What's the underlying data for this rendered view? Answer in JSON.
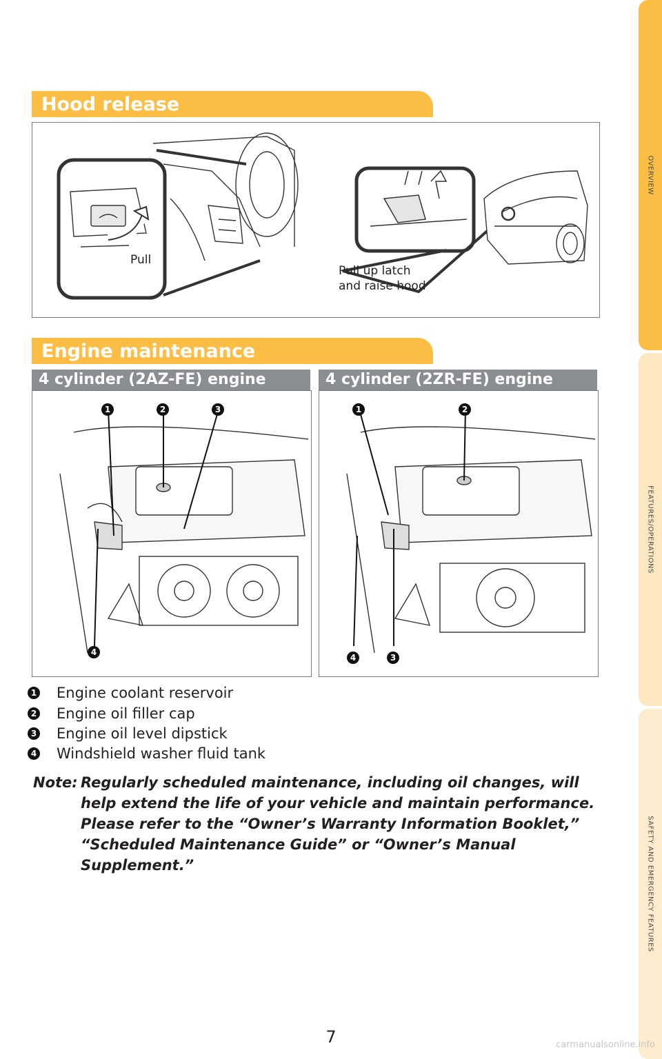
{
  "side_tabs": [
    {
      "label": "OVERVIEW",
      "color": "#fbbd44"
    },
    {
      "label": "FEATURES/OPERATIONS",
      "color": "#fde7c0"
    },
    {
      "label": "SAFETY AND EMERGENCY FEATURES",
      "color": "#fdeccd"
    }
  ],
  "hood_release": {
    "title": "Hood release",
    "labels": {
      "pull": "Pull",
      "latch": "Pull up latch\nand raise hood"
    }
  },
  "engine_maintenance": {
    "title": "Engine maintenance",
    "engines": [
      {
        "name": "4 cylinder (2AZ-FE) engine",
        "callouts": [
          "1",
          "2",
          "3",
          "4"
        ]
      },
      {
        "name": "4 cylinder (2ZR-FE) engine",
        "callouts": [
          "1",
          "2",
          "4",
          "3"
        ]
      }
    ],
    "legend": [
      {
        "num": "1",
        "text": "Engine coolant reservoir"
      },
      {
        "num": "2",
        "text": "Engine oil filler cap"
      },
      {
        "num": "3",
        "text": "Engine oil level dipstick"
      },
      {
        "num": "4",
        "text": "Windshield washer fluid tank"
      }
    ]
  },
  "note": {
    "lead": "Note:",
    "text": "Regularly scheduled maintenance, including oil changes, will help extend the life of your vehicle and maintain performance. Please refer to the “Owner’s Warranty Information Booklet,” “Scheduled Maintenance Guide” or “Owner’s Manual Supplement.”"
  },
  "page_number": "7",
  "watermark": "carmanualsonline.info",
  "colors": {
    "accent": "#fbbd44",
    "subhead": "#8a8d91"
  }
}
